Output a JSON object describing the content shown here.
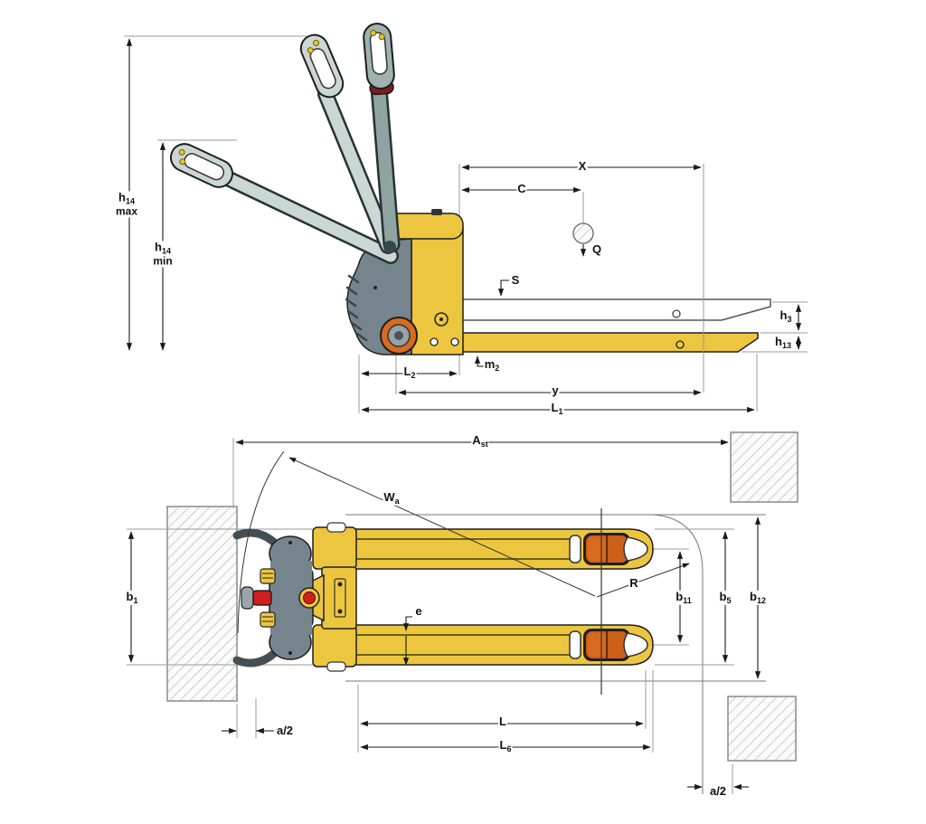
{
  "diagram": {
    "type": "pallet-truck-dimension-drawing",
    "views": [
      "side-elevation",
      "plan-view"
    ],
    "colors": {
      "body_yellow": "#EDC63F",
      "roller_orange": "#CC5F1A",
      "tiller_light_grey": "#CBD7D5",
      "drive_unit_grey": "#76858D",
      "button_red": "#CF1F1F",
      "dimension_line": "#222222",
      "construction_line": "#9a9a9a"
    }
  },
  "side_view": {
    "labels": {
      "h14max": {
        "base": "h",
        "sub": "14",
        "word": "max"
      },
      "h14min": {
        "base": "h",
        "sub": "14",
        "word": "min"
      },
      "x": {
        "base": "X"
      },
      "c": {
        "base": "C"
      },
      "q": {
        "base": "Q"
      },
      "s": {
        "base": "S"
      },
      "h3": {
        "base": "h",
        "sub": "3"
      },
      "h13": {
        "base": "h",
        "sub": "13"
      },
      "m2": {
        "base": "m",
        "sub": "2"
      },
      "l2": {
        "base": "L",
        "sub": "2"
      },
      "y": {
        "base": "y"
      },
      "l1": {
        "base": "L",
        "sub": "1"
      }
    }
  },
  "plan_view": {
    "labels": {
      "ast": {
        "base": "A",
        "sub": "st"
      },
      "wa": {
        "base": "W",
        "sub": "a"
      },
      "b1": {
        "base": "b",
        "sub": "1"
      },
      "e": {
        "base": "e"
      },
      "r": {
        "base": "R"
      },
      "b11": {
        "base": "b",
        "sub": "11"
      },
      "b5": {
        "base": "b",
        "sub": "5"
      },
      "b12": {
        "base": "b",
        "sub": "12"
      },
      "a2_left": {
        "base": "a/2"
      },
      "l": {
        "base": "L"
      },
      "l6": {
        "base": "L",
        "sub": "6"
      },
      "a2_right": {
        "base": "a/2"
      }
    }
  }
}
